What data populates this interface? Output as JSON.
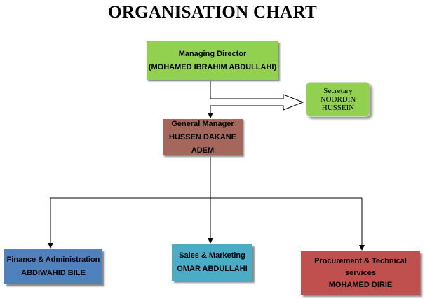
{
  "title": "ORGANISATION CHART",
  "managing_director": {
    "role": "Managing Director",
    "name": "(MOHAMED IBRAHIM ABDULLAHI)"
  },
  "secretary": {
    "role": "Secretary",
    "name_line1": "NOORDIN",
    "name_line2": "HUSSEIN"
  },
  "general_manager": {
    "role": "General Manager",
    "name": "HUSSEN DAKANE ADEM"
  },
  "finance": {
    "role": "Finance & Administration",
    "name": "ABDIWAHID BILE"
  },
  "sales": {
    "role": "Sales & Marketing",
    "name": "OMAR ABDULLAHI"
  },
  "procurement": {
    "role_line1": "Procurement & Technical",
    "role_line2": "services",
    "name": "MOHAMED DIRIE"
  },
  "colors": {
    "managing_director": "#92d050",
    "secretary": "#92d050",
    "general_manager": "#a5675c",
    "finance": "#4f81bd",
    "sales": "#4bacc6",
    "procurement": "#c0504d"
  }
}
